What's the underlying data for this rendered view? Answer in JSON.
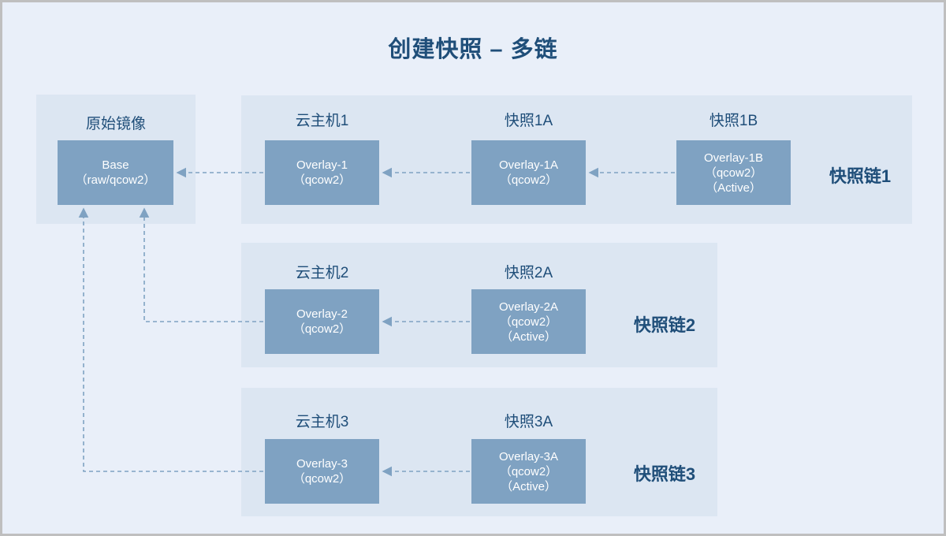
{
  "title": "创建快照 – 多链",
  "colors": {
    "page-bg": "#e9eff9",
    "panel-bg": "#dce6f2",
    "box-bg": "#7fa2c2",
    "box-text": "#ffffff",
    "heading": "#1f4e79",
    "connector": "#7fa2c2",
    "frame-border": "#bfbfbf"
  },
  "base": {
    "panel_label": "原始镜像",
    "line1": "Base",
    "line2": "（raw/qcow2）"
  },
  "chains": [
    {
      "name": "快照链1",
      "nodes": [
        {
          "label": "云主机1",
          "line1": "Overlay-1",
          "line2": "（qcow2）"
        },
        {
          "label": "快照1A",
          "line1": "Overlay-1A",
          "line2": "（qcow2）"
        },
        {
          "label": "快照1B",
          "line1": "Overlay-1B",
          "line2": "（qcow2）",
          "line3": "（Active）"
        }
      ]
    },
    {
      "name": "快照链2",
      "nodes": [
        {
          "label": "云主机2",
          "line1": "Overlay-2",
          "line2": "（qcow2）"
        },
        {
          "label": "快照2A",
          "line1": "Overlay-2A",
          "line2": "（qcow2）",
          "line3": "（Active）"
        }
      ]
    },
    {
      "name": "快照链3",
      "nodes": [
        {
          "label": "云主机3",
          "line1": "Overlay-3",
          "line2": "（qcow2）"
        },
        {
          "label": "快照3A",
          "line1": "Overlay-3A",
          "line2": "（qcow2）",
          "line3": "（Active）"
        }
      ]
    }
  ]
}
